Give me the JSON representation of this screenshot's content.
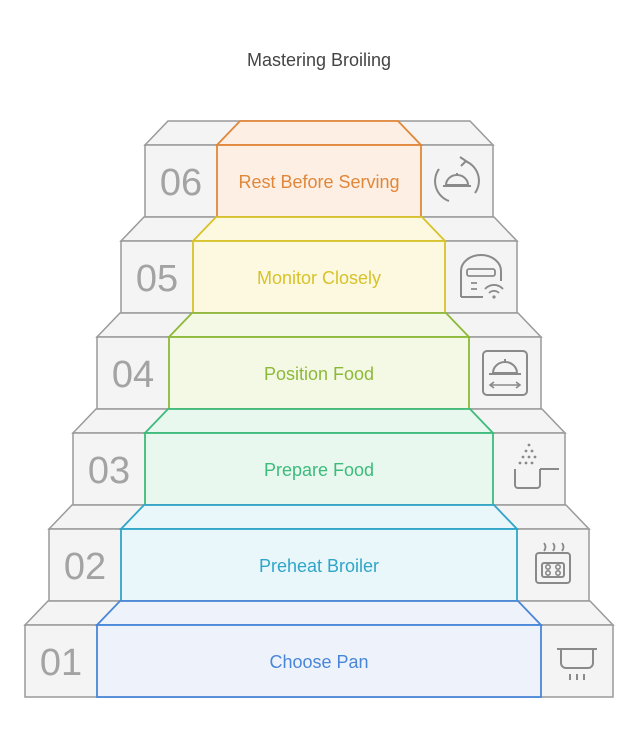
{
  "title": "Mastering Broiling",
  "steps": [
    {
      "number": "01",
      "label": "Choose Pan",
      "icon": "pot-icon",
      "color": "#4a86d8",
      "fill": "#eef3fb"
    },
    {
      "number": "02",
      "label": "Preheat Broiler",
      "icon": "oven-heat-icon",
      "color": "#2fa5c9",
      "fill": "#e9f7fb"
    },
    {
      "number": "03",
      "label": "Prepare Food",
      "icon": "seasoning-pan-icon",
      "color": "#3dbb7b",
      "fill": "#e8f8ef"
    },
    {
      "number": "04",
      "label": "Position Food",
      "icon": "cloche-position-icon",
      "color": "#8db93a",
      "fill": "#f3f9e4"
    },
    {
      "number": "05",
      "label": "Monitor Closely",
      "icon": "smart-cooker-icon",
      "color": "#d8c22a",
      "fill": "#fcf9e0"
    },
    {
      "number": "06",
      "label": "Rest Before Serving",
      "icon": "cloche-rest-icon",
      "color": "#e0873a",
      "fill": "#fdefe3"
    }
  ]
}
